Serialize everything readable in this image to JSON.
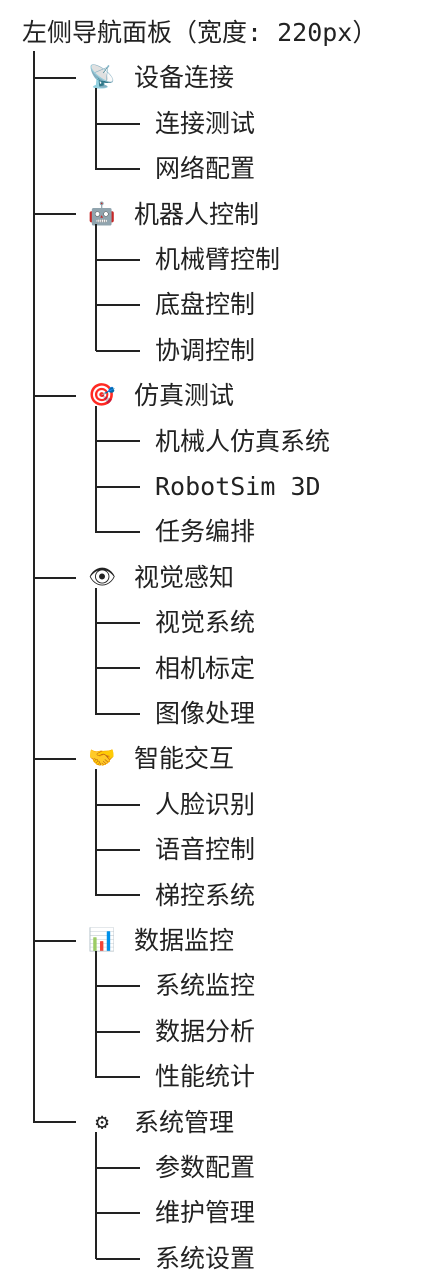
{
  "title": "左侧导航面板（宽度: 220px）",
  "groups": [
    {
      "icon": "satellite-antenna-icon",
      "glyph": "📡",
      "label": "设备连接",
      "children": [
        "连接测试",
        "网络配置"
      ]
    },
    {
      "icon": "robot-icon",
      "glyph": "🤖",
      "label": "机器人控制",
      "children": [
        "机械臂控制",
        "底盘控制",
        "协调控制"
      ]
    },
    {
      "icon": "target-icon",
      "glyph": "🎯",
      "label": "仿真测试",
      "children": [
        "机械人仿真系统",
        "RobotSim 3D",
        "任务编排"
      ]
    },
    {
      "icon": "eye-icon",
      "glyph": "👁",
      "label": "视觉感知",
      "children": [
        "视觉系统",
        "相机标定",
        "图像处理"
      ]
    },
    {
      "icon": "handshake-icon",
      "glyph": "🤝",
      "label": "智能交互",
      "children": [
        "人脸识别",
        "语音控制",
        "梯控系统"
      ]
    },
    {
      "icon": "bar-chart-icon",
      "glyph": "📊",
      "label": "数据监控",
      "children": [
        "系统监控",
        "数据分析",
        "性能统计"
      ]
    },
    {
      "icon": "gear-icon",
      "glyph": "⚙",
      "label": "系统管理",
      "children": [
        "参数配置",
        "维护管理",
        "系统设置"
      ]
    }
  ]
}
